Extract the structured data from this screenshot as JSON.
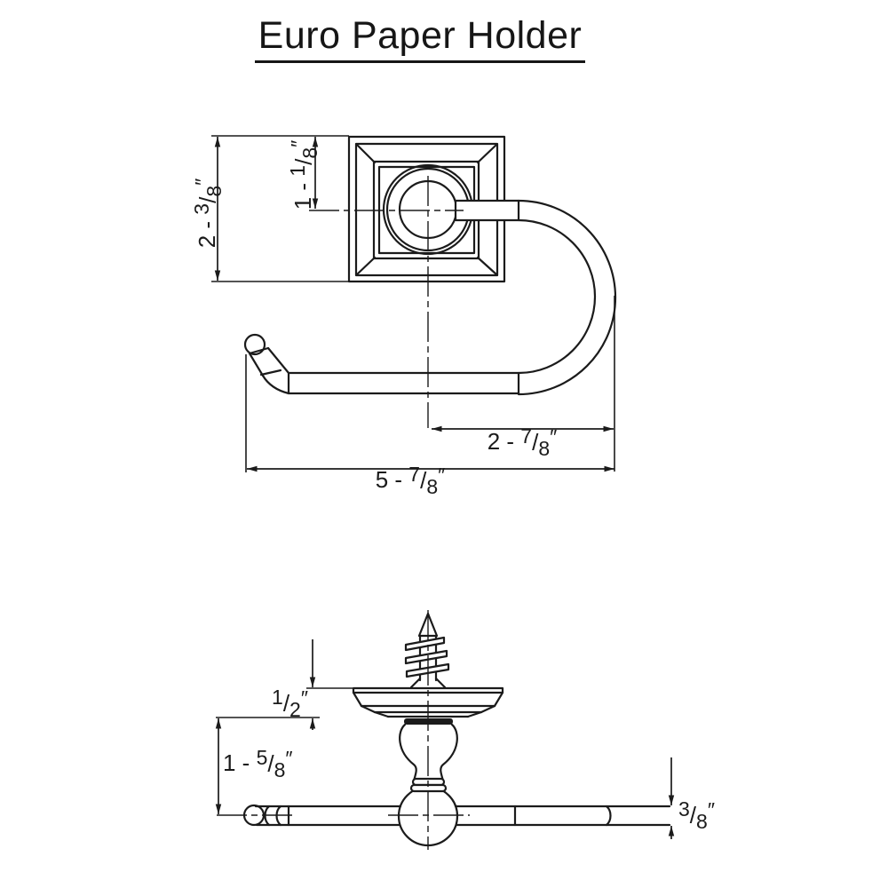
{
  "title": "Euro Paper Holder",
  "symbols": {
    "slash": "/",
    "unit": "″"
  },
  "colors": {
    "line": "#1b1b1b",
    "background": "#ffffff"
  },
  "front_view": {
    "description": "Front view: square mounting plate with concentric roller boss and euro-style curved paper arm",
    "dimensions": {
      "plate_height": {
        "prefix": "2 - ",
        "num": "3",
        "den": "8",
        "text": "2 - 3/8″"
      },
      "arm_center_from_top": {
        "prefix": "1 - ",
        "num": "1",
        "den": "8",
        "text": "1 - 1/8″"
      },
      "arm_projection": {
        "prefix": "2 - ",
        "num": "7",
        "den": "8",
        "text": "2 - 7/8″"
      },
      "overall_width": {
        "prefix": "5 - ",
        "num": "7",
        "den": "8",
        "text": "5 - 7/8″"
      }
    }
  },
  "side_view": {
    "description": "Side view: wood screw, wall flange, turned post, ball joint and roller bar",
    "dimensions": {
      "flange_depth": {
        "prefix": "",
        "num": "1",
        "den": "2",
        "text": "1/2″"
      },
      "flange_to_bar_center": {
        "prefix": "1 - ",
        "num": "5",
        "den": "8",
        "text": "1 - 5/8″"
      },
      "bar_diameter": {
        "prefix": "",
        "num": "3",
        "den": "8",
        "text": "3/8″"
      }
    }
  }
}
